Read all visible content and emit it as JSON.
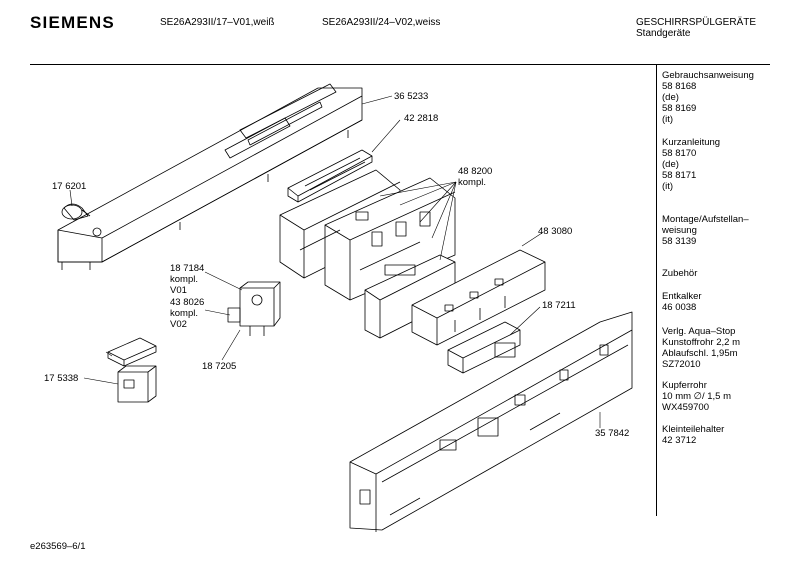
{
  "header": {
    "brand": "SIEMENS",
    "model_1": "SE26A293II/17–V01,weiß",
    "model_2": "SE26A293II/24–V02,weiss",
    "category_1": "GESCHIRRSPÜLGERÄTE",
    "category_2": "Standgeräte"
  },
  "sidebar": [
    {
      "lines": [
        "Gebrauchsanweisung",
        "58 8168",
        "(de)",
        "58 8169",
        "(it)"
      ]
    },
    {
      "lines": [
        "Kurzanleitung",
        "58 8170",
        "(de)",
        "58 8171",
        "(it)"
      ]
    },
    {
      "lines": [
        "Montage/Aufstellan–",
        "weisung",
        "58 3139"
      ]
    },
    {
      "lines": [
        "Zubehör"
      ]
    },
    {
      "lines": [
        "Entkalker",
        "46 0038"
      ]
    },
    {
      "lines": [
        "Verlg. Aqua–Stop",
        "Kunstoffrohr 2,2 m",
        "Ablaufschl. 1,95m",
        "SZ72010"
      ]
    },
    {
      "lines": [
        "Kupferrohr",
        "10 mm ∅/ 1,5 m",
        "WX459700"
      ]
    },
    {
      "lines": [
        "Kleinteilehalter",
        "42 3712"
      ]
    }
  ],
  "parts": {
    "p365233": "36 5233",
    "p422818": "42 2818",
    "p488200": "48 8200",
    "p488200_note": "kompl.",
    "p176201": "17 6201",
    "p483080": "48 3080",
    "p187184": "18 7184",
    "p187184_note": "kompl.",
    "p187184_var": "V01",
    "p438026": "43 8026",
    "p438026_note": "kompl.",
    "p438026_var": "V02",
    "p187211": "18 7211",
    "p187205": "18 7205",
    "p175338": "17 5338",
    "p357842": "35 7842"
  },
  "footer": {
    "doc_id": "e263569–6/1"
  }
}
